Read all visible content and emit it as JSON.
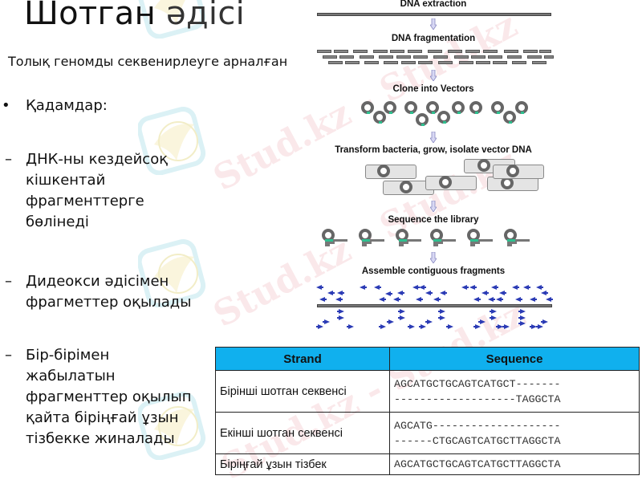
{
  "slide": {
    "title_main": "Шотган",
    "title_rest": " әдісі",
    "subtitle": "Толық геномды секвенирлеуге арналған",
    "bullet": {
      "marker": "•",
      "label": "Қадамдар:"
    },
    "steps": [
      {
        "marker": "–",
        "text": "ДНК-ны кездейсоқ кішкентай фрагменттерге бөлінеді"
      },
      {
        "marker": "–",
        "text": "Дидеокси әдісімен фрагметтер оқылады"
      },
      {
        "marker": "–",
        "text": "Бір-бірімен жабылатын фрагменттер оқылып қайта біріңғай ұзын тізбекке жиналады"
      }
    ]
  },
  "diagram": {
    "steps": [
      {
        "label": "DNA extraction"
      },
      {
        "label": "DNA fragmentation"
      },
      {
        "label": "Clone into Vectors"
      },
      {
        "label": "Transform bacteria, grow, isolate vector DNA"
      },
      {
        "label": "Sequence the library"
      },
      {
        "label": "Assemble contiguous fragments"
      }
    ],
    "colors": {
      "dna": "#777777",
      "insert": "#2fbf8f",
      "read_arrow": "#2b3bb5",
      "step_arrow": "#c8c8f0"
    }
  },
  "table": {
    "headers": {
      "strand": "Strand",
      "sequence": "Sequence"
    },
    "header_color": "#10b0ee",
    "rows": [
      {
        "strand": "Бірінші шотган секвенсі",
        "sequence": "AGCATGCTGCAGTCATGCT-------\n-------------------TAGGCTA"
      },
      {
        "strand": "Екінші шотган секвенсі",
        "sequence": "AGCATG--------------------\n------CTGCAGTCATGCTTAGGCTA"
      },
      {
        "strand": "Біріңғай ұзын тізбек",
        "sequence": "AGCATGCTGCAGTCATGCTTAGGCTA"
      }
    ]
  },
  "watermark": {
    "text": "Stud.kz - Stud.kz"
  }
}
